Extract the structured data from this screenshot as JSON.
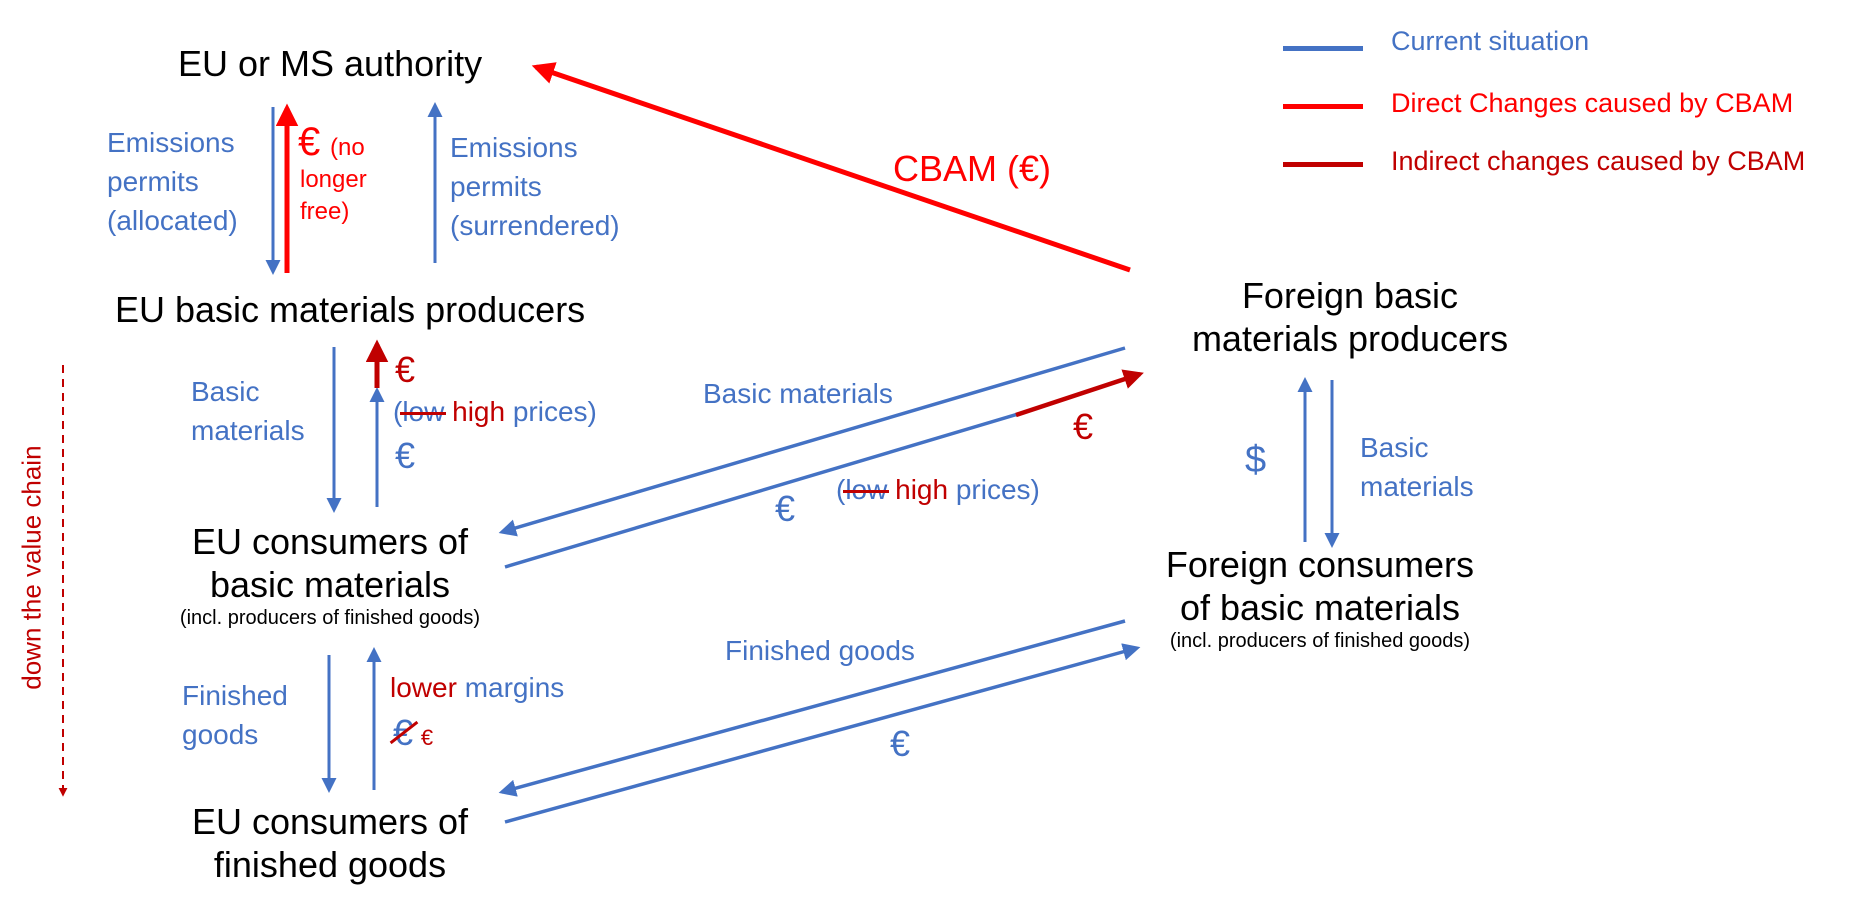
{
  "colors": {
    "current": "#4472c4",
    "direct": "#ff0000",
    "indirect": "#c00000",
    "node_text": "#000000"
  },
  "legend": {
    "current": "Current situation",
    "direct": "Direct Changes caused by CBAM",
    "indirect": "Indirect changes caused by CBAM"
  },
  "nodes": {
    "authority": "EU or MS authority",
    "eu_producers": "EU basic materials producers",
    "eu_consumers_line1": "EU consumers of",
    "eu_consumers_line2": "basic materials",
    "eu_consumers_note": "(incl. producers of finished goods)",
    "eu_final_line1": "EU consumers of",
    "eu_final_line2": "finished goods",
    "foreign_producers_line1": "Foreign basic",
    "foreign_producers_line2": "materials producers",
    "foreign_consumers_line1": "Foreign consumers",
    "foreign_consumers_line2": "of basic materials",
    "foreign_consumers_note": "(incl. producers of finished goods)"
  },
  "labels": {
    "permits_allocated_1": "Emissions",
    "permits_allocated_2": "permits",
    "permits_allocated_3": "(allocated)",
    "euro_symbol": "€",
    "no_longer_1": "(no",
    "no_longer_2": "longer",
    "no_longer_3": "free)",
    "permits_surrendered_1": "Emissions",
    "permits_surrendered_2": "permits",
    "permits_surrendered_3": "(surrendered)",
    "cbam": "CBAM (€)",
    "basic_materials_1": "Basic",
    "basic_materials_2": "materials",
    "price_open": "(",
    "price_low": "low",
    "price_high": "high",
    "price_close": "prices)",
    "basic_materials_cross": "Basic materials",
    "dollar": "$",
    "finished_goods_1": "Finished",
    "finished_goods_2": "goods",
    "lower": "lower",
    "margins": "margins",
    "finished_goods_cross": "Finished goods",
    "value_chain": "down the value chain"
  }
}
